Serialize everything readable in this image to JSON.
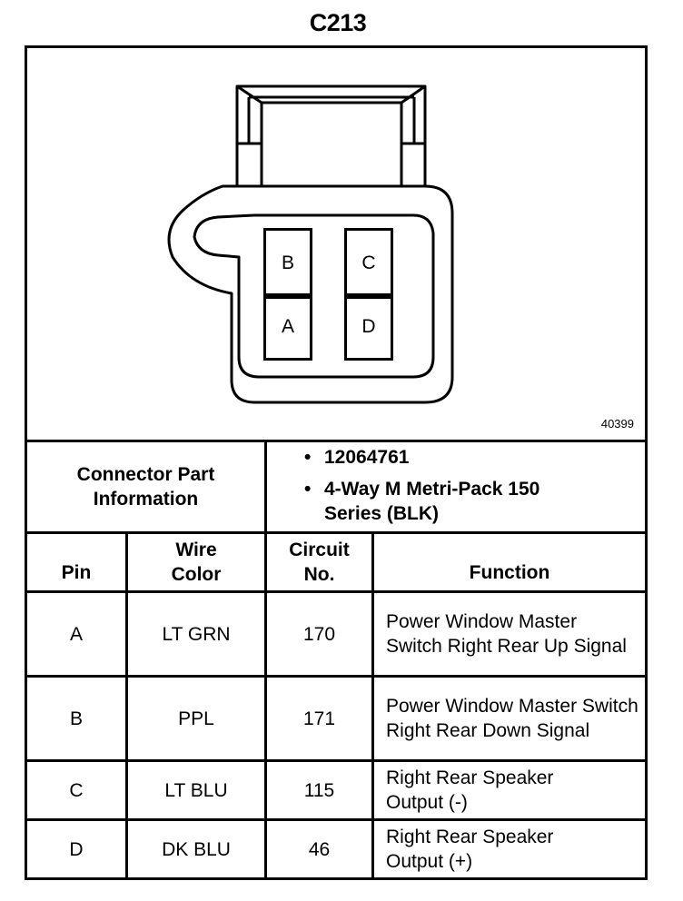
{
  "title": "C213",
  "diagram": {
    "figure_number": "40399",
    "cavities": [
      "B",
      "C",
      "A",
      "D"
    ]
  },
  "connector_info": {
    "label": "Connector Part Information",
    "items": [
      "12064761",
      "4-Way M Metri-Pack 150 Series (BLK)"
    ],
    "bullet": "•"
  },
  "table": {
    "headers": {
      "pin": "Pin",
      "wire_color": "Wire Color",
      "circuit_no": "Circuit No.",
      "function": "Function"
    },
    "rows": [
      {
        "pin": "A",
        "wire_color": "LT GRN",
        "circuit_no": "170",
        "function": "Power Window Master Switch Right Rear Up Signal"
      },
      {
        "pin": "B",
        "wire_color": "PPL",
        "circuit_no": "171",
        "function": "Power Window Master Switch Right Rear Down Signal"
      },
      {
        "pin": "C",
        "wire_color": "LT BLU",
        "circuit_no": "115",
        "function": "Right Rear Speaker Output (-)"
      },
      {
        "pin": "D",
        "wire_color": "DK BLU",
        "circuit_no": "46",
        "function": "Right Rear Speaker Output (+)"
      }
    ]
  }
}
